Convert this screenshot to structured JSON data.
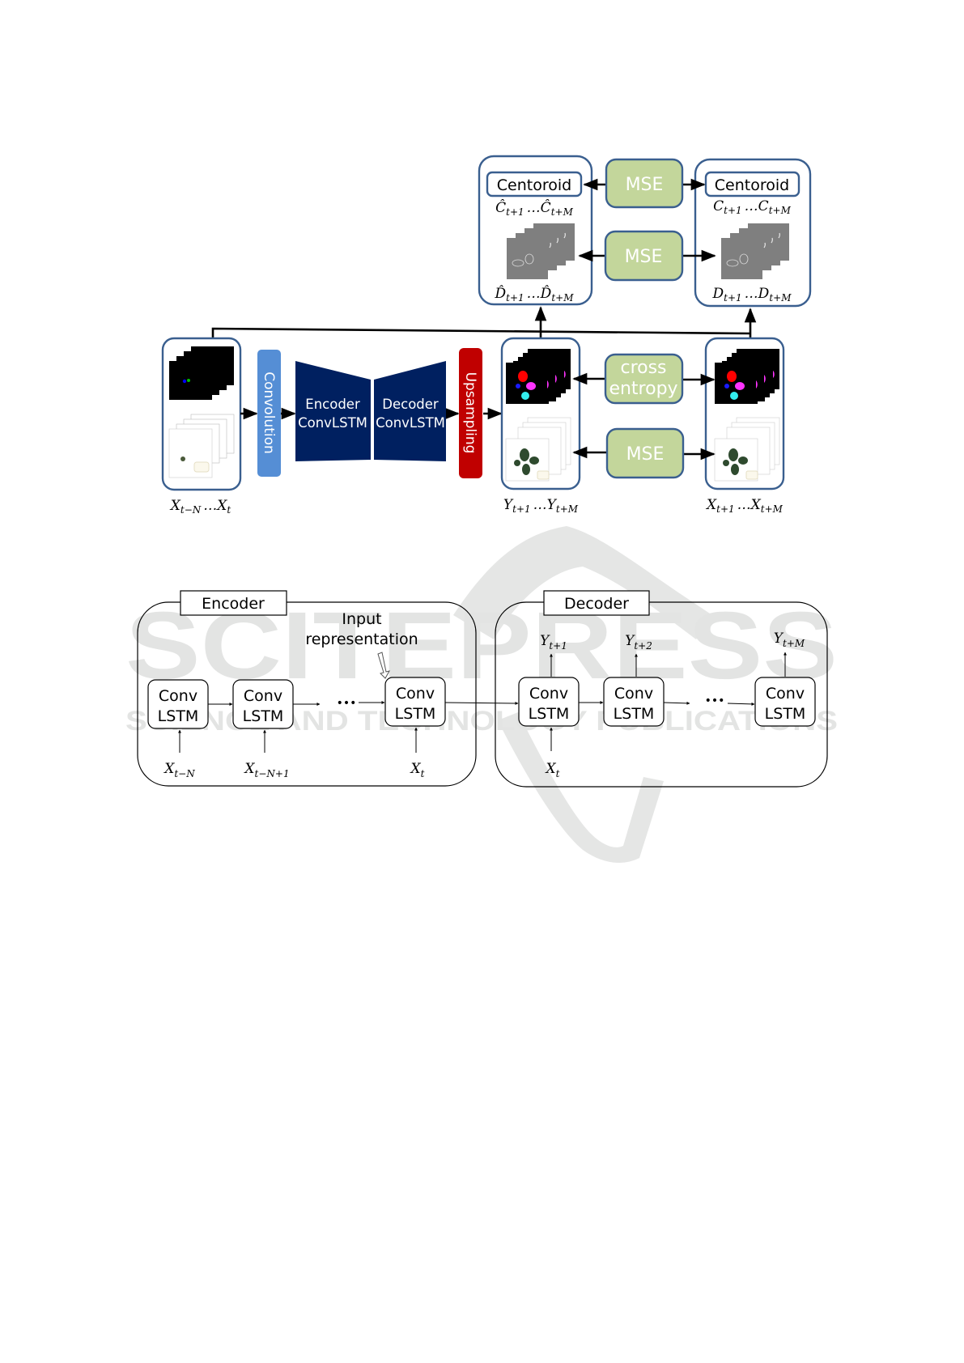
{
  "watermark": {
    "main": "SCITEPRESS",
    "sub": "SCIENCE AND TECHNOLOGY PUBLICATIONS"
  },
  "colors": {
    "box_border": "#3a5f8f",
    "loss_fill": "#c3d69b",
    "convolution": "#558ed5",
    "encoder_decoder": "#002060",
    "upsampling": "#c00000",
    "gray_image": "#7f7f7f"
  },
  "top_diagram": {
    "input_label": {
      "base": "X",
      "sub1": "t−N",
      "dots": "…",
      "base2": "X",
      "sub2": "t"
    },
    "convolution": "Convolution",
    "encoder": [
      "Encoder",
      "ConvLSTM"
    ],
    "decoder": [
      "Decoder",
      "ConvLSTM"
    ],
    "upsampling": "Upsampling",
    "prediction_label": {
      "base": "Y",
      "sub1": "t+1",
      "dots": "…",
      "base2": "Y",
      "sub2": "t+M"
    },
    "target_label": {
      "base": "X",
      "sub1": "t+1",
      "dots": "…",
      "base2": "X",
      "sub2": "t+M"
    },
    "loss_segmentation": [
      "cross",
      "entropy"
    ],
    "loss_image": "MSE",
    "loss_centroid": "MSE",
    "loss_distance": "MSE",
    "pred_centroid_box": "Centoroid",
    "true_centroid_box": "Centoroid",
    "pred_centroid_label": {
      "base": "Ĉ",
      "sub1": "t+1",
      "dots": "…",
      "base2": "Ĉ",
      "sub2": "t+M"
    },
    "true_centroid_label": {
      "base": "C",
      "sub1": "t+1",
      "dots": "…",
      "base2": "C",
      "sub2": "t+M"
    },
    "pred_distance_label": {
      "base": "D̂",
      "sub1": "t+1",
      "dots": "…",
      "base2": "D̂",
      "sub2": "t+M"
    },
    "true_distance_label": {
      "base": "D",
      "sub1": "t+1",
      "dots": "…",
      "base2": "D",
      "sub2": "t+M"
    }
  },
  "bottom_diagram": {
    "encoder_title": "Encoder",
    "decoder_title": "Decoder",
    "input_representation": [
      "Input",
      "representation"
    ],
    "cell_text": [
      "Conv",
      "LSTM"
    ],
    "ellipsis": "•••",
    "encoder_inputs": [
      {
        "base": "X",
        "sub": "t−N"
      },
      {
        "base": "X",
        "sub": "t−N+1"
      },
      {
        "base": "X",
        "sub": "t"
      }
    ],
    "decoder_input": {
      "base": "X",
      "sub": "t"
    },
    "decoder_outputs": [
      {
        "base": "Y",
        "sub": "t+1"
      },
      {
        "base": "Y",
        "sub": "t+2"
      },
      {
        "base": "Y",
        "sub": "t+M"
      }
    ]
  }
}
